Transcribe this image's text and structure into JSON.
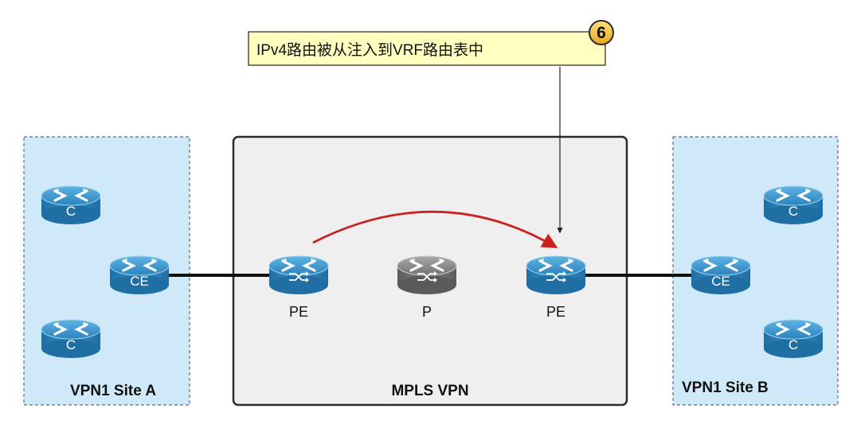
{
  "callout": {
    "step_number": "6",
    "text": "IPv4路由被从注入到VRF路由表中"
  },
  "sites": {
    "left_label": "VPN1 Site A",
    "right_label": "VPN1 Site B"
  },
  "core": {
    "label": "MPLS VPN"
  },
  "routers": {
    "left_c_top": "C",
    "left_ce": "CE",
    "left_c_bottom": "C",
    "pe_left_caption": "PE",
    "p_caption": "P",
    "pe_right_caption": "PE",
    "right_ce": "CE",
    "right_c_top": "C",
    "right_c_bottom": "C"
  },
  "colors": {
    "site_fill": "#cfe9f8",
    "site_border": "#5a6e7e",
    "core_fill": "#efefef",
    "core_border": "#2b2b2b",
    "callout_fill": "#ffffc0",
    "badge_fill": "#f3c23a",
    "router_blue": "#2a7fb8",
    "router_gray": "#6d6d6d",
    "flow_arrow": "#cc1f1f"
  }
}
